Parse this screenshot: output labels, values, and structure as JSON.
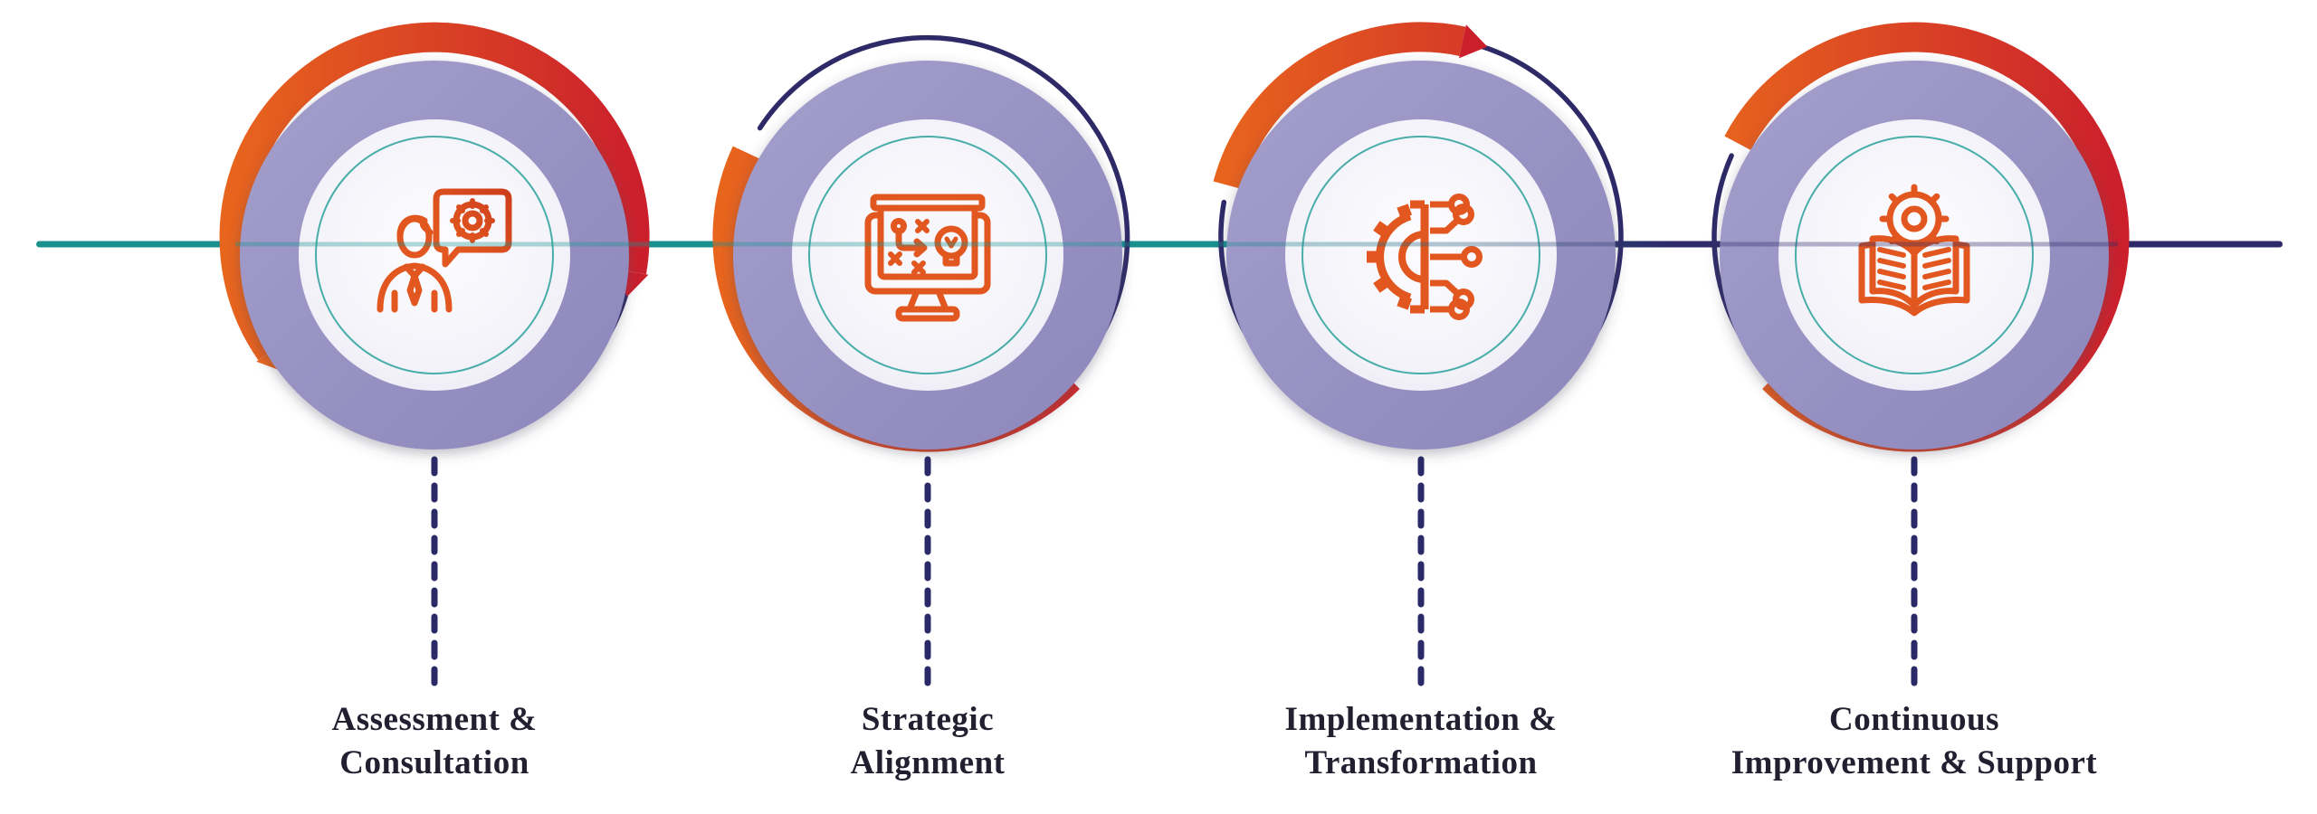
{
  "diagram": {
    "title": "Four-step process journey",
    "background": "#ffffff",
    "colors": {
      "accent_orange": "#E8651D",
      "accent_red": "#CB1F2C",
      "lavender_ring": "#9B95C4",
      "inner_disc": "#F2F1F8",
      "navy": "#2E2A68",
      "teal": "#18918F",
      "label_text": "#231F30"
    },
    "connector": {
      "left_color": "#18918F",
      "right_color": "#2E2A68",
      "style": "solid horizontal line through circle centers"
    },
    "steps": [
      {
        "index": 1,
        "label_line1": "Assessment &",
        "label_line2": "Consultation",
        "icon": "consultant-speech-gear-icon"
      },
      {
        "index": 2,
        "label_line1": "Strategic",
        "label_line2": "Alignment",
        "icon": "strategy-screen-icon"
      },
      {
        "index": 3,
        "label_line1": "Implementation &",
        "label_line2": "Transformation",
        "icon": "gear-circuit-icon"
      },
      {
        "index": 4,
        "label_line1": "Continuous",
        "label_line2": "Improvement & Support",
        "icon": "book-gear-icon"
      }
    ]
  }
}
